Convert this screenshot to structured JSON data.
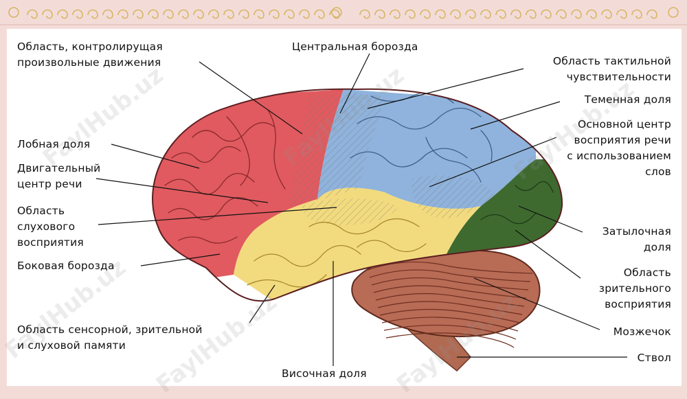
{
  "labels": {
    "motor_area": "Область, контролирущая\nпроизвольные движения",
    "central_sulcus": "Центральная борозда",
    "tactile_area": "Область тактильной\nчувствительности",
    "parietal_lobe": "Теменная доля",
    "speech_center": "Основной центр\nвосприятия речи\nс использованием\nслов",
    "frontal_lobe": "Лобная доля",
    "motor_speech": "Двигательный\nцентр речи",
    "auditory_area": "Область\nслухового\nвосприятия",
    "lateral_sulcus": "Боковая борозда",
    "occipital_lobe": "Затылочная\nдоля",
    "visual_area": "Область\nзрительного\nвосприятия",
    "memory_area": "Область сенсорной, зрительной\nи слуховой памяти",
    "cerebellum": "Мозжечок",
    "brainstem": "Ствол",
    "temporal_lobe": "Височная доля"
  },
  "watermark": "FaylHub.uz",
  "colors": {
    "frontal": "#e05a5f",
    "parietal": "#8fb3dc",
    "temporal": "#f2db7e",
    "occipital": "#3e6a2f",
    "cerebellum": "#b86b55",
    "banner_ornament": "#d7b564"
  }
}
